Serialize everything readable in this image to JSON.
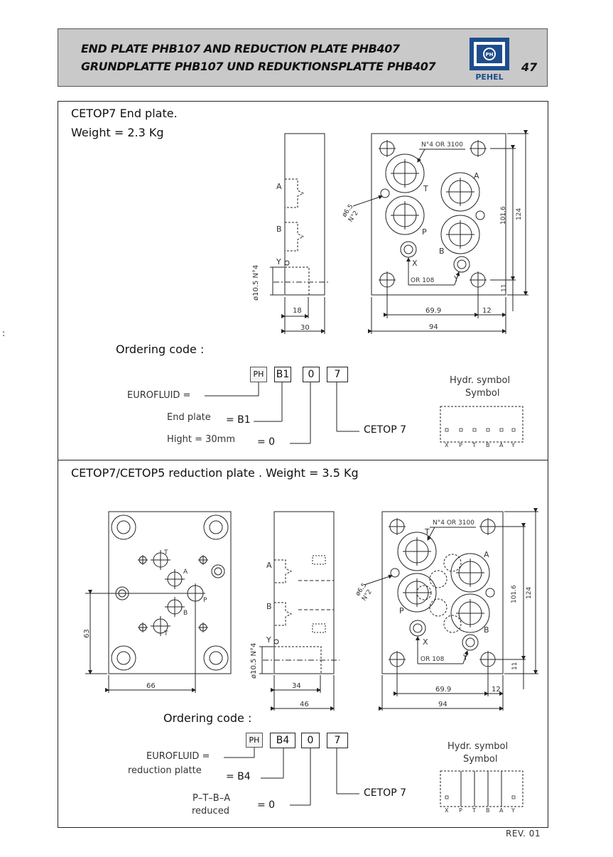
{
  "header": {
    "title_en": "END PLATE PHB107 AND REDUCTION PLATE PHB407",
    "title_de": "GRUNDPLATTE PHB107 UND REDUKTIONSPLATTE PHB407",
    "logo_text": "PEHEL",
    "logo_mark": "PH",
    "page_number": "47"
  },
  "stray_mark": ":",
  "section1": {
    "title": "CETOP7 End plate.",
    "weight": "Weight  =  2.3  Kg",
    "side_view": {
      "port_a": "A",
      "port_b": "B",
      "port_y": "Y",
      "dim_thread": "ø10.5 N°4",
      "dim_18": "18",
      "dim_30": "30"
    },
    "front_view": {
      "note_holes": "N°4  OR  3100",
      "note_small": "ø6.5",
      "note_small2": "N°2",
      "port_t": "T",
      "port_a": "A",
      "port_p": "P",
      "port_b": "B",
      "port_x": "X",
      "port_y": "Y",
      "or108": "OR 108",
      "dim_1016": "101.6",
      "dim_124": "124",
      "dim_11": "11",
      "dim_699": "69.9",
      "dim_12": "12",
      "dim_94": "94"
    },
    "ordering": {
      "label": "Ordering code :",
      "codes": [
        "PH",
        "B1",
        "0",
        "7"
      ],
      "eurofluid": "EUROFLUID  =",
      "end_plate": "End plate",
      "end_plate_val": "=  B1",
      "hight": "Hight  =  30mm",
      "hight_val": "=  0",
      "cetop": "CETOP  7"
    },
    "symbol": {
      "title": "Hydr.  symbol",
      "subtitle": "Symbol",
      "ports": [
        "X",
        "P",
        "T",
        "B",
        "A",
        "Y"
      ]
    }
  },
  "section2": {
    "title": "CETOP7/CETOP5  reduction  plate .  Weight  =  3.5  Kg",
    "left_view": {
      "port_t1": "T",
      "port_a": "A",
      "port_p": "P",
      "port_b": "B",
      "port_t2": "T",
      "dim_63": "63",
      "dim_66": "66"
    },
    "side_view": {
      "port_a": "A",
      "port_b": "B",
      "port_y": "Y",
      "dim_thread": "ø10.5 N°4",
      "dim_34": "34",
      "dim_46": "46"
    },
    "front_view": {
      "note_holes": "N°4  OR  3100",
      "note_small": "ø6.5",
      "note_small2": "N°2",
      "port_t": "T",
      "port_a": "A",
      "port_p": "P",
      "port_b": "B",
      "port_x": "X",
      "port_y": "Y",
      "or108": "OR 108",
      "dim_1016": "101.6",
      "dim_124": "124",
      "dim_11": "11",
      "dim_699": "69.9",
      "dim_12": "12",
      "dim_94": "94"
    },
    "ordering": {
      "label": "Ordering code :",
      "codes": [
        "PH",
        "B4",
        "0",
        "7"
      ],
      "eurofluid": "EUROFLUID  =",
      "reduction": "reduction  platte",
      "reduction_val": "=  B4",
      "ptba": "P–T–B–A",
      "reduced": "reduced",
      "ptba_val": "=  0",
      "cetop": "CETOP  7"
    },
    "symbol": {
      "title": "Hydr.  symbol",
      "subtitle": "Symbol",
      "ports": [
        "X",
        "P",
        "T",
        "B",
        "A",
        "Y"
      ]
    }
  },
  "footer": {
    "revision": "REV.  01"
  }
}
